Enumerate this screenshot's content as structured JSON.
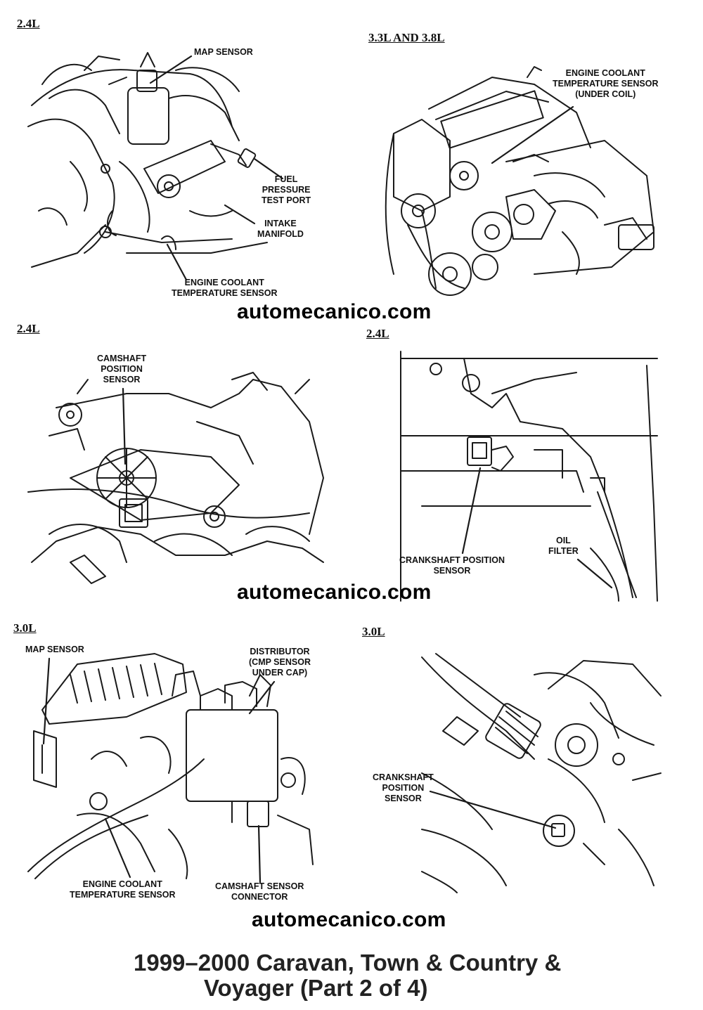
{
  "sections": {
    "s1": "2.4L",
    "s2": "3.3L AND 3.8L",
    "s3": "2.4L",
    "s4": "2.4L",
    "s5": "3.0L",
    "s6": "3.0L"
  },
  "labels": {
    "map_sensor_1": "MAP SENSOR",
    "fuel_pressure_test_port": [
      "FUEL",
      "PRESSURE",
      "TEST PORT"
    ],
    "intake_manifold": [
      "INTAKE",
      "MANIFOLD"
    ],
    "ect_sensor_1": [
      "ENGINE COOLANT",
      "TEMPERATURE SENSOR"
    ],
    "ect_sensor_2": [
      "ENGINE COOLANT",
      "TEMPERATURE SENSOR",
      "(UNDER COIL)"
    ],
    "cmp_sensor_1": [
      "CAMSHAFT",
      "POSITION",
      "SENSOR"
    ],
    "ckp_sensor_1": [
      "CRANKSHAFT POSITION",
      "SENSOR"
    ],
    "oil_filter": [
      "OIL",
      "FILTER"
    ],
    "map_sensor_2": "MAP SENSOR",
    "distributor": [
      "DISTRIBUTOR",
      "(CMP SENSOR",
      "UNDER CAP)"
    ],
    "ect_sensor_3": [
      "ENGINE COOLANT",
      "TEMPERATURE SENSOR"
    ],
    "camshaft_sensor_connector": [
      "CAMSHAFT SENSOR",
      "CONNECTOR"
    ],
    "ckp_sensor_2": [
      "CRANKSHAFT",
      "POSITION",
      "SENSOR"
    ]
  },
  "watermark": "automecanico.com",
  "caption": {
    "line1": "1999–2000 Caravan, Town & Country &",
    "line2": "Voyager (Part 2 of 4)"
  }
}
